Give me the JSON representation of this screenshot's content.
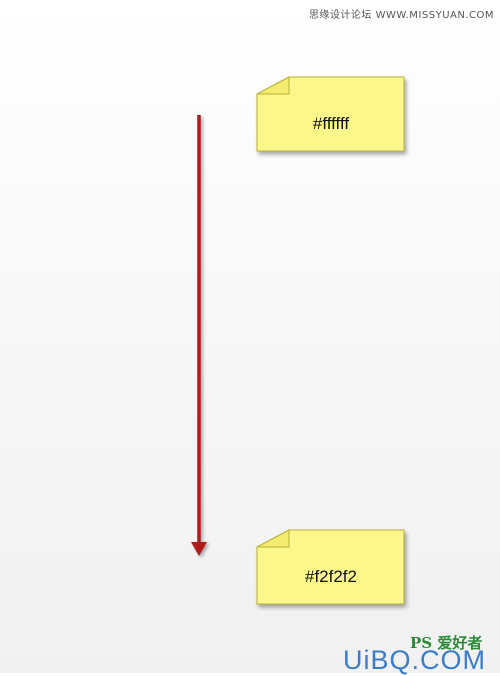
{
  "watermark": {
    "top_text": "思缘设计论坛 WWW.MISSYUAN.COM",
    "bottom_logo": "PS 爱好者",
    "bottom_brand": "UiBQ.COM"
  },
  "notes": {
    "top_label": "#ffffff",
    "bottom_label": "#f2f2f2"
  },
  "colors": {
    "arrow": "#b01c1c",
    "note_fill": "#fbf78a",
    "note_border": "#b8b23a",
    "background_top": "#ffffff",
    "background_bottom": "#f2f2f2"
  }
}
